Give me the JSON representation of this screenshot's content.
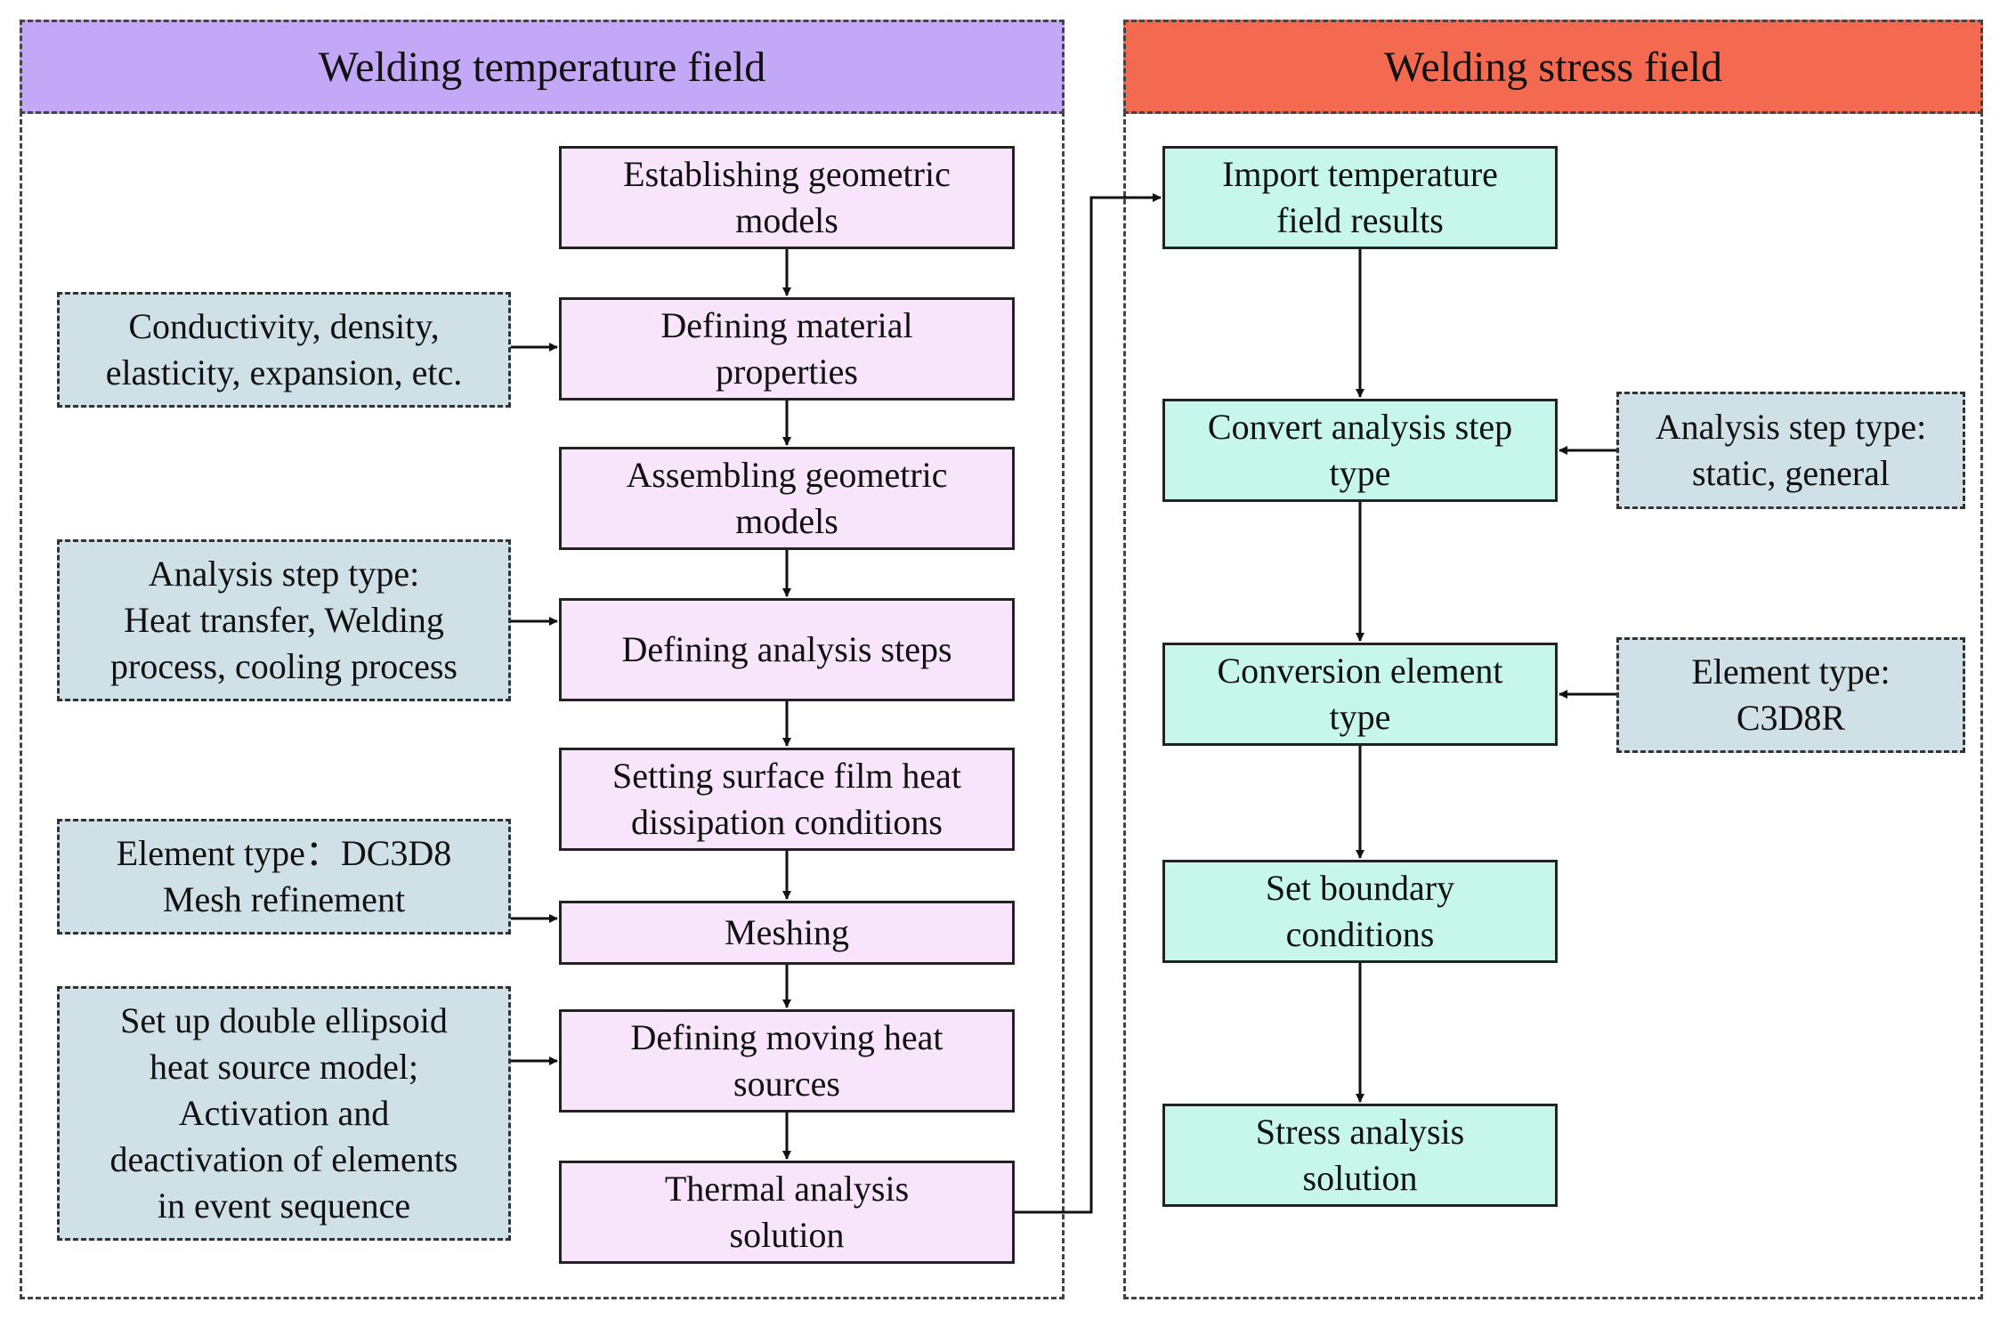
{
  "left_panel": {
    "title": "Welding temperature field",
    "color": "#c4a8f8",
    "steps": [
      "Establishing geometric\nmodels",
      "Defining material\nproperties",
      "Assembling geometric\nmodels",
      "Defining analysis steps",
      "Setting surface film heat\ndissipation conditions",
      "Meshing",
      "Defining moving heat\nsources",
      "Thermal analysis\nsolution"
    ],
    "notes": [
      "Conductivity, density,\nelasticity, expansion, etc.",
      "Analysis step type:\nHeat transfer, Welding\nprocess, cooling process",
      "Element type：DC3D8\nMesh refinement",
      "Set up double ellipsoid\nheat source model;\nActivation and\ndeactivation of elements\nin event sequence"
    ]
  },
  "right_panel": {
    "title": "Welding stress field",
    "color": "#f46a50",
    "steps": [
      "Import temperature\nfield results",
      "Convert analysis step\ntype",
      "Conversion element\ntype",
      "Set boundary\nconditions",
      "Stress analysis\nsolution"
    ],
    "notes": [
      "Analysis step type:\nstatic, general",
      "Element type:\nC3D8R"
    ]
  }
}
